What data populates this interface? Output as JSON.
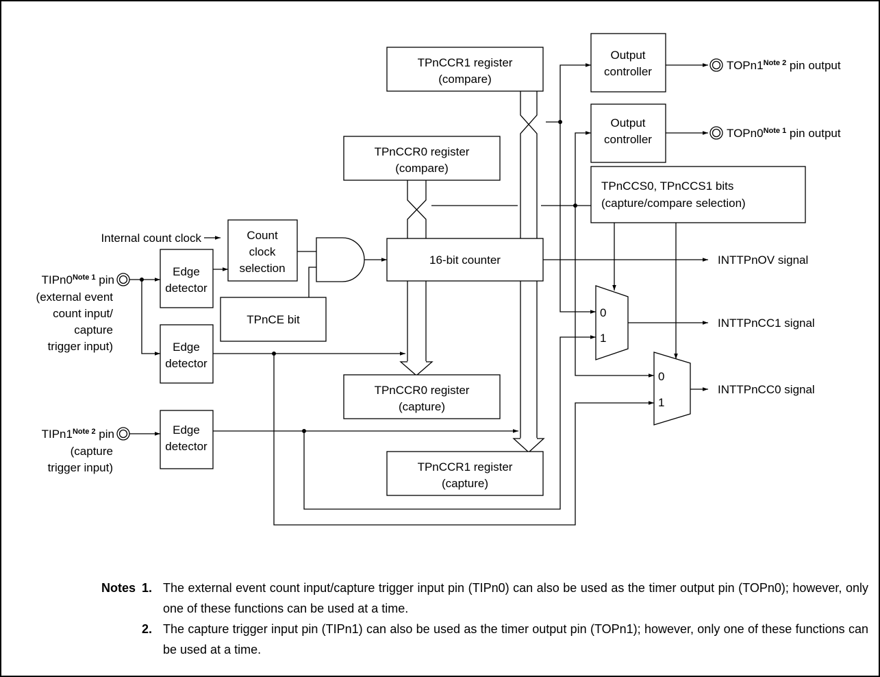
{
  "blocks": {
    "ccr1_compare": [
      "TPnCCR1 register",
      "(compare)"
    ],
    "ccr0_compare": [
      "TPnCCR0 register",
      "(compare)"
    ],
    "output_ctrl_1": [
      "Output",
      "controller"
    ],
    "output_ctrl_0": [
      "Output",
      "controller"
    ],
    "ccs_bits": [
      "TPnCCS0, TPnCCS1 bits",
      "(capture/compare selection)"
    ],
    "count_clock_sel": [
      "Count",
      "clock",
      "selection"
    ],
    "counter": "16-bit counter",
    "tpnce": "TPnCE bit",
    "edge1": [
      "Edge",
      "detector"
    ],
    "edge2": [
      "Edge",
      "detector"
    ],
    "edge3": [
      "Edge",
      "detector"
    ],
    "ccr0_capture": [
      "TPnCCR0 register",
      "(capture)"
    ],
    "ccr1_capture": [
      "TPnCCR1 register",
      "(capture)"
    ]
  },
  "mux": {
    "in0": "0",
    "in1": "1"
  },
  "labels": {
    "internal_clock": "Internal count clock",
    "tipn0_pin": "TIPn0",
    "tipn0_sup": "Note 1",
    "tipn0_pin_word": " pin",
    "tipn0_desc": [
      "(external event",
      "count input/",
      "capture",
      "trigger input)"
    ],
    "tipn1_pin": "TIPn1",
    "tipn1_sup": "Note 2",
    "tipn1_pin_word": " pin",
    "tipn1_desc": [
      "(capture",
      "trigger input)"
    ],
    "topn1_name": "TOPn1",
    "topn1_sup": "Note 2",
    "topn1_suffix": " pin output",
    "topn0_name": "TOPn0",
    "topn0_sup": "Note 1",
    "topn0_suffix": " pin output",
    "intovf": "INTTPnOV signal",
    "intcc1": "INTTPnCC1 signal",
    "intcc0": "INTTPnCC0 signal"
  },
  "notes": {
    "heading": "Notes",
    "items": [
      {
        "num": "1.",
        "text": "The external event count input/capture trigger input pin (TIPn0) can also be used as the timer output pin (TOPn0); however, only one of these functions can be used at a time."
      },
      {
        "num": "2.",
        "text": "The capture trigger input pin (TIPn1) can also be used as the timer output pin (TOPn1); however, only one of these functions can be used at a time."
      }
    ]
  }
}
